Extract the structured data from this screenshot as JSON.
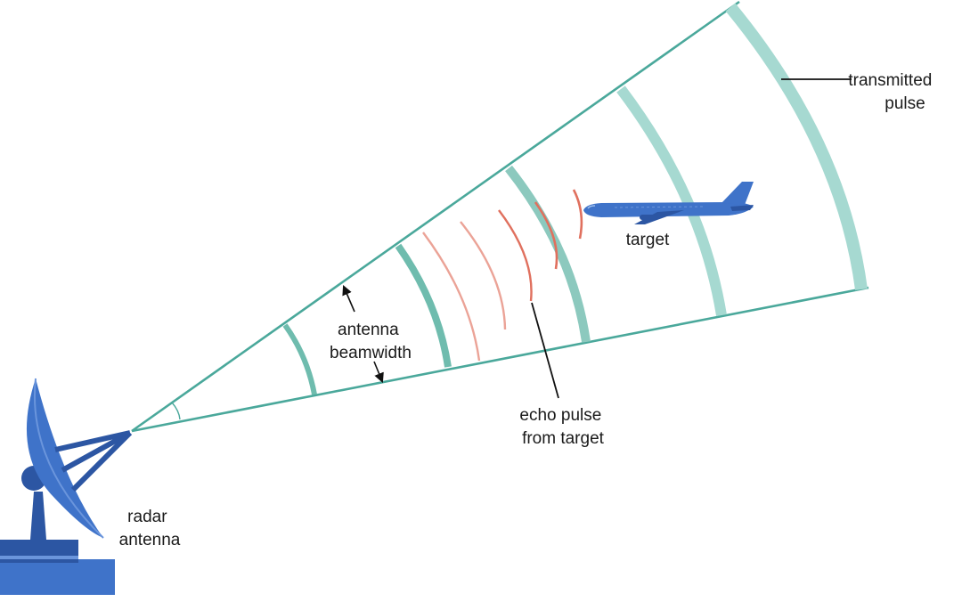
{
  "labels": {
    "transmitted_pulse": [
      "transmitted",
      "pulse"
    ],
    "target": "target",
    "antenna_beamwidth": [
      "antenna",
      "beamwidth"
    ],
    "echo_pulse": [
      "echo pulse",
      "from target"
    ],
    "radar_antenna": [
      "radar",
      "antenna"
    ]
  },
  "colors": {
    "beam_edge": "#4aa89b",
    "transmitted_pulse": "#a6d9d1",
    "inner_pulse": "#6fbcae",
    "echo_strong": "#e0705e",
    "echo_faint": "#eba397",
    "antenna_blue": "#3f73c9",
    "antenna_dark": "#2c56a3",
    "leader_line": "#111111"
  },
  "icons": [
    "radar-dish-icon",
    "airplane-icon"
  ]
}
